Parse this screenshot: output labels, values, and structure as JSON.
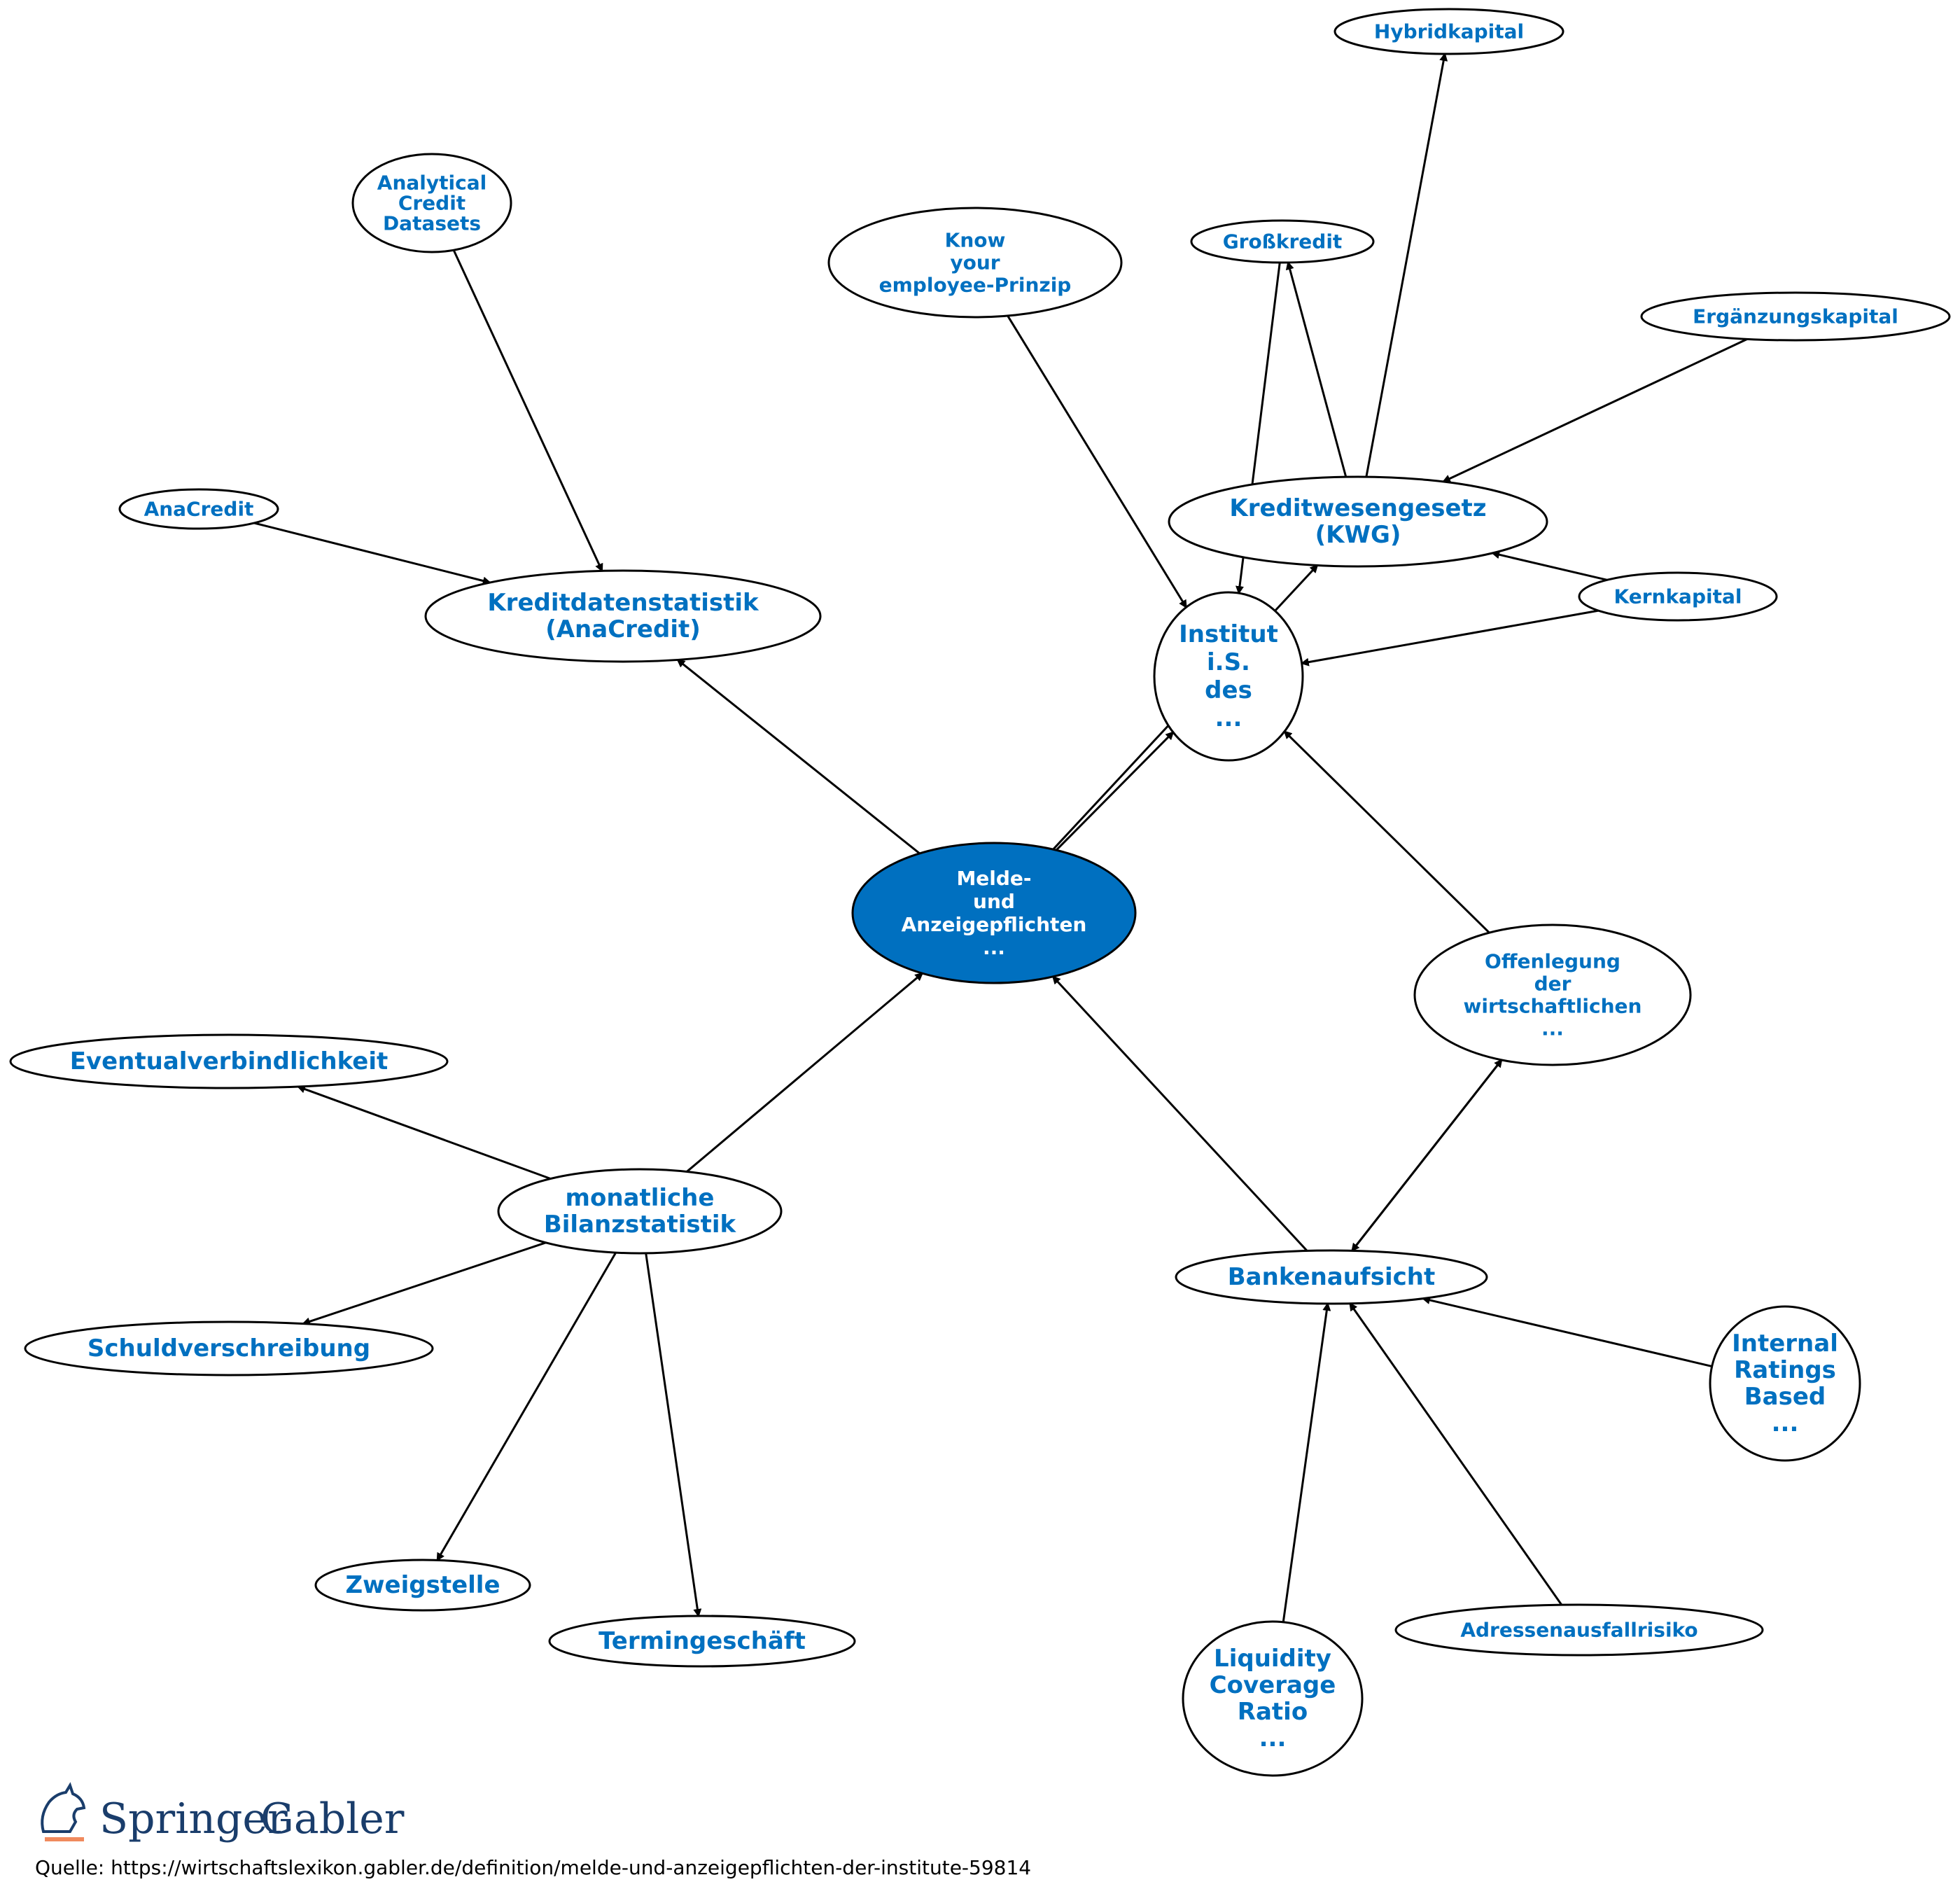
{
  "nodes": {
    "center": {
      "lines": [
        "Melde-",
        "und",
        "Anzeigepflichten",
        "..."
      ]
    },
    "institut": {
      "lines": [
        "Institut",
        "i.S.",
        "des",
        "..."
      ]
    },
    "kwg": {
      "lines": [
        "Kreditwesengesetz",
        "(KWG)"
      ]
    },
    "kreditdaten": {
      "lines": [
        "Kreditdatenstatistik",
        "(AnaCredit)"
      ]
    },
    "analytical": {
      "lines": [
        "Analytical",
        "Credit",
        "Datasets"
      ]
    },
    "anacredit": {
      "lines": [
        "AnaCredit"
      ]
    },
    "know": {
      "lines": [
        "Know",
        "your",
        "employee-Prinzip"
      ]
    },
    "grosskredit": {
      "lines": [
        "Großkredit"
      ]
    },
    "hybrid": {
      "lines": [
        "Hybridkapital"
      ]
    },
    "ergaenzung": {
      "lines": [
        "Ergänzungskapital"
      ]
    },
    "kern": {
      "lines": [
        "Kernkapital"
      ]
    },
    "offenlegung": {
      "lines": [
        "Offenlegung",
        "der",
        "wirtschaftlichen",
        "..."
      ]
    },
    "bankenaufsicht": {
      "lines": [
        "Bankenaufsicht"
      ]
    },
    "irb": {
      "lines": [
        "Internal",
        "Ratings",
        "Based",
        "..."
      ]
    },
    "lcr": {
      "lines": [
        "Liquidity",
        "Coverage",
        "Ratio",
        "..."
      ]
    },
    "adressen": {
      "lines": [
        "Adressenausfallrisiko"
      ]
    },
    "bilanz": {
      "lines": [
        "monatliche",
        "Bilanzstatistik"
      ]
    },
    "eventual": {
      "lines": [
        "Eventualverbindlichkeit"
      ]
    },
    "schuld": {
      "lines": [
        "Schuldverschreibung"
      ]
    },
    "zweig": {
      "lines": [
        "Zweigstelle"
      ]
    },
    "termin": {
      "lines": [
        "Termingeschäft"
      ]
    }
  },
  "edges": [
    [
      "center",
      "kreditdaten"
    ],
    [
      "center",
      "institut"
    ],
    [
      "center",
      "kwg"
    ],
    [
      "analytical",
      "kreditdaten"
    ],
    [
      "anacredit",
      "kreditdaten"
    ],
    [
      "know",
      "institut"
    ],
    [
      "grosskredit",
      "institut"
    ],
    [
      "kwg",
      "grosskredit"
    ],
    [
      "kwg",
      "hybrid"
    ],
    [
      "ergaenzung",
      "kwg"
    ],
    [
      "kern",
      "kwg"
    ],
    [
      "kern",
      "institut"
    ],
    [
      "offenlegung",
      "institut"
    ],
    [
      "bankenaufsicht",
      "center"
    ],
    [
      "bankenaufsicht",
      "offenlegung"
    ],
    [
      "offenlegung",
      "bankenaufsicht"
    ],
    [
      "irb",
      "bankenaufsicht"
    ],
    [
      "lcr",
      "bankenaufsicht"
    ],
    [
      "adressen",
      "bankenaufsicht"
    ],
    [
      "bilanz",
      "center"
    ],
    [
      "bilanz",
      "eventual"
    ],
    [
      "bilanz",
      "schuld"
    ],
    [
      "bilanz",
      "zweig"
    ],
    [
      "bilanz",
      "termin"
    ]
  ],
  "colors": {
    "node_text": "#0070c0",
    "center_fill": "#0070c0",
    "center_text": "#ffffff",
    "stroke": "#000000",
    "logo_accent": "#f08a5d",
    "logo_text": "#1a3d6b"
  },
  "logo": {
    "springer": "Springer",
    "gabler": "Gabler"
  },
  "source": "Quelle: https://wirtschaftslexikon.gabler.de/definition/melde-und-anzeigepflichten-der-institute-59814"
}
